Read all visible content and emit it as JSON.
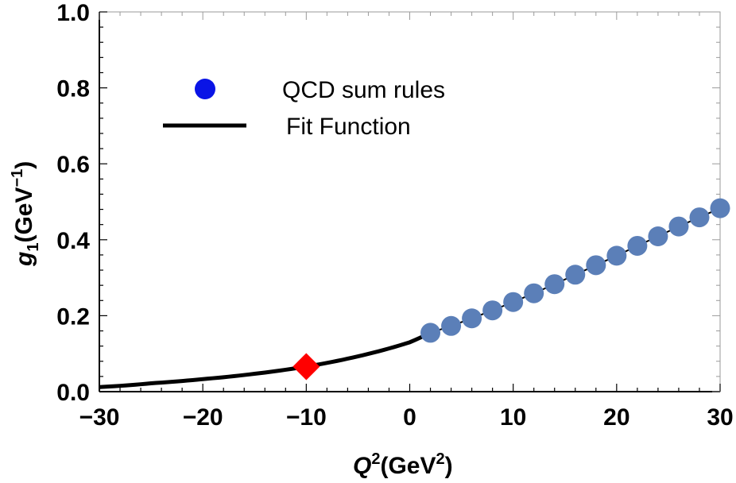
{
  "chart_data": {
    "type": "scatter",
    "x_axis": {
      "label_main": "Q",
      "label_sup": "2",
      "label_unit_open": "(GeV",
      "label_unit_sup": "2",
      "label_unit_close": ")",
      "range": [
        -30,
        30
      ],
      "ticks": [
        -30,
        -20,
        -10,
        0,
        10,
        20,
        30
      ],
      "tick_labels": [
        "−30",
        "−20",
        "−10",
        "0",
        "10",
        "20",
        "30"
      ]
    },
    "y_axis": {
      "label_main": "g",
      "label_sub": "1",
      "label_unit_open": "(GeV",
      "label_unit_sup": "−1",
      "label_unit_close": ")",
      "range": [
        0,
        1.0
      ],
      "ticks": [
        0,
        0.2,
        0.4,
        0.6,
        0.8,
        1.0
      ],
      "tick_labels": [
        "0.0",
        "0.2",
        "0.4",
        "0.6",
        "0.8",
        "1.0"
      ]
    },
    "grid": false,
    "legend": {
      "placement": "top-left",
      "entries": [
        {
          "label": "QCD sum rules",
          "marker": "circle",
          "color": "#0a14e6"
        },
        {
          "label": "Fit Function",
          "marker": "line",
          "color": "#000000"
        }
      ]
    },
    "series": [
      {
        "name": "QCD sum rules",
        "kind": "points",
        "color": "#5b7fb8",
        "x": [
          2,
          4,
          6,
          8,
          10,
          12,
          14,
          16,
          18,
          20,
          22,
          24,
          26,
          28,
          30
        ],
        "y": [
          0.155,
          0.173,
          0.193,
          0.214,
          0.236,
          0.259,
          0.283,
          0.308,
          0.333,
          0.358,
          0.384,
          0.409,
          0.435,
          0.459,
          0.483
        ]
      },
      {
        "name": "Fit Function",
        "kind": "line",
        "color": "#000000",
        "x": [
          -30,
          -25,
          -20,
          -15,
          -10,
          -5,
          0,
          2
        ],
        "y": [
          0.012,
          0.022,
          0.033,
          0.047,
          0.066,
          0.093,
          0.13,
          0.155
        ]
      }
    ],
    "highlight_point": {
      "x": -10,
      "y": 0.066,
      "marker": "diamond",
      "color": "#ff0000"
    }
  }
}
